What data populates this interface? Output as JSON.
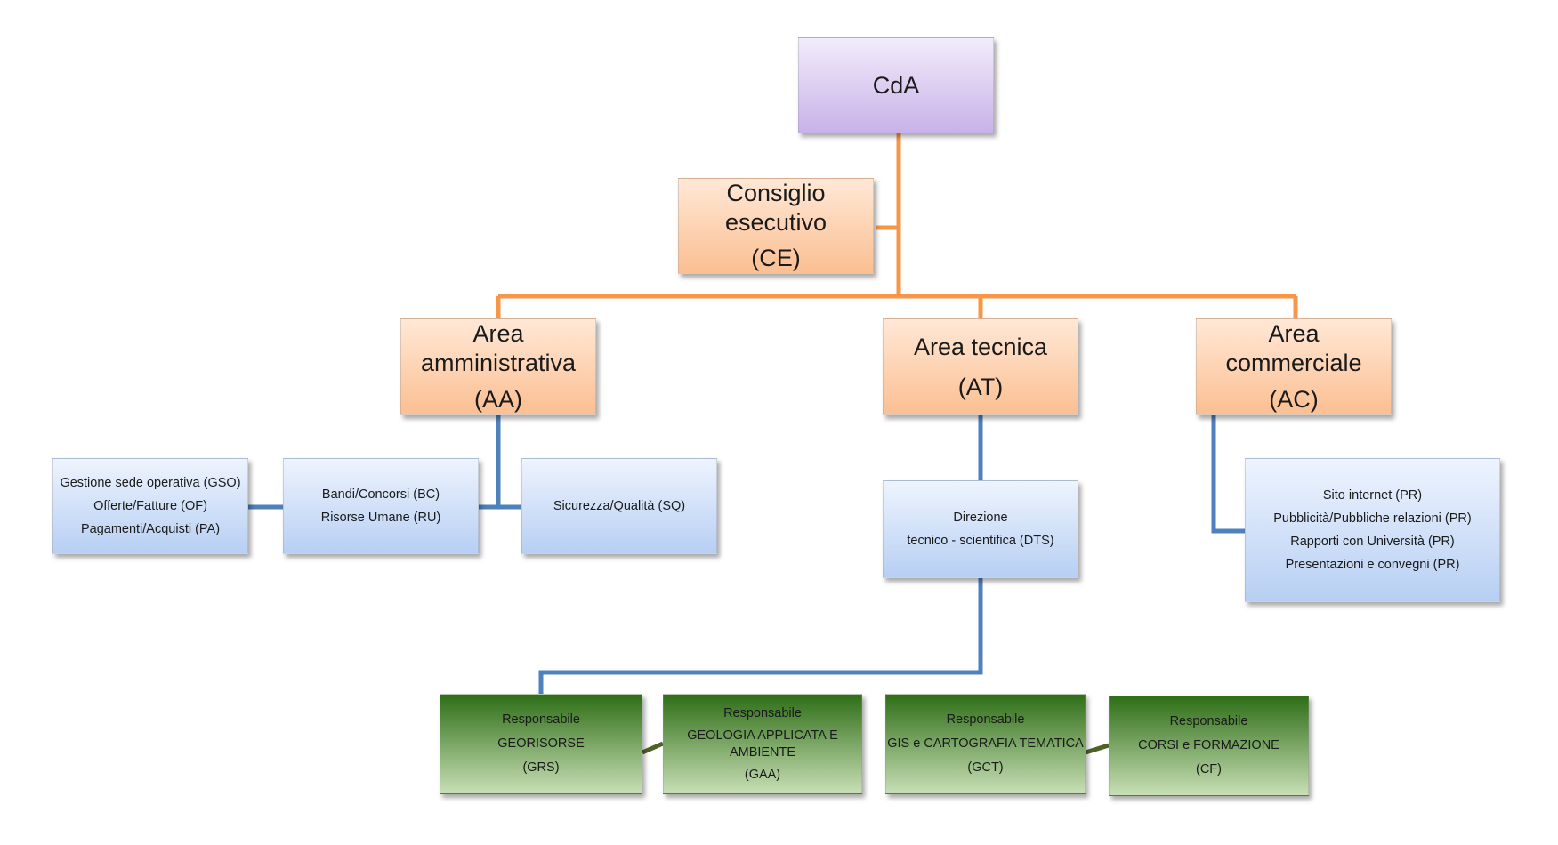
{
  "colors": {
    "top_connector": "#f79646",
    "mid_connector": "#4f81bd",
    "bottom_connector": "#4f6228"
  },
  "cda": {
    "label": "CdA"
  },
  "ce": {
    "lines": [
      "Consiglio",
      "esecutivo"
    ],
    "code": "(CE)"
  },
  "areas": [
    {
      "lines": [
        "Area",
        "amministrativa"
      ],
      "code": "(AA)"
    },
    {
      "lines": [
        "Area tecnica"
      ],
      "code": "(AT)"
    },
    {
      "lines": [
        "Area",
        "commerciale"
      ],
      "code": "(AC)"
    }
  ],
  "admin_units": [
    {
      "lines": [
        "Gestione sede operativa (GSO)",
        "Offerte/Fatture (OF)",
        "Pagamenti/Acquisti (PA)"
      ]
    },
    {
      "lines": [
        "Bandi/Concorsi (BC)",
        "Risorse Umane (RU)"
      ]
    },
    {
      "lines": [
        "Sicurezza/Qualità (SQ)"
      ]
    }
  ],
  "dts": {
    "lines": [
      "Direzione",
      "tecnico - scientifica (DTS)"
    ]
  },
  "commercial": {
    "lines": [
      "Sito internet (PR)",
      "Pubblicità/Pubbliche relazioni (PR)",
      "Rapporti con Università (PR)",
      "Presentazioni e convegni (PR)"
    ]
  },
  "responsabili": [
    {
      "title": "Responsabile",
      "lines": [
        "GEORISORSE"
      ],
      "code": "(GRS)"
    },
    {
      "title": "Responsabile",
      "lines": [
        "GEOLOGIA APPLICATA E",
        "AMBIENTE"
      ],
      "code": "(GAA)"
    },
    {
      "title": "Responsabile",
      "lines": [
        "GIS e CARTOGRAFIA TEMATICA"
      ],
      "code": "(GCT)"
    },
    {
      "title": "Responsabile",
      "lines": [
        "CORSI e FORMAZIONE"
      ],
      "code": "(CF)"
    }
  ]
}
